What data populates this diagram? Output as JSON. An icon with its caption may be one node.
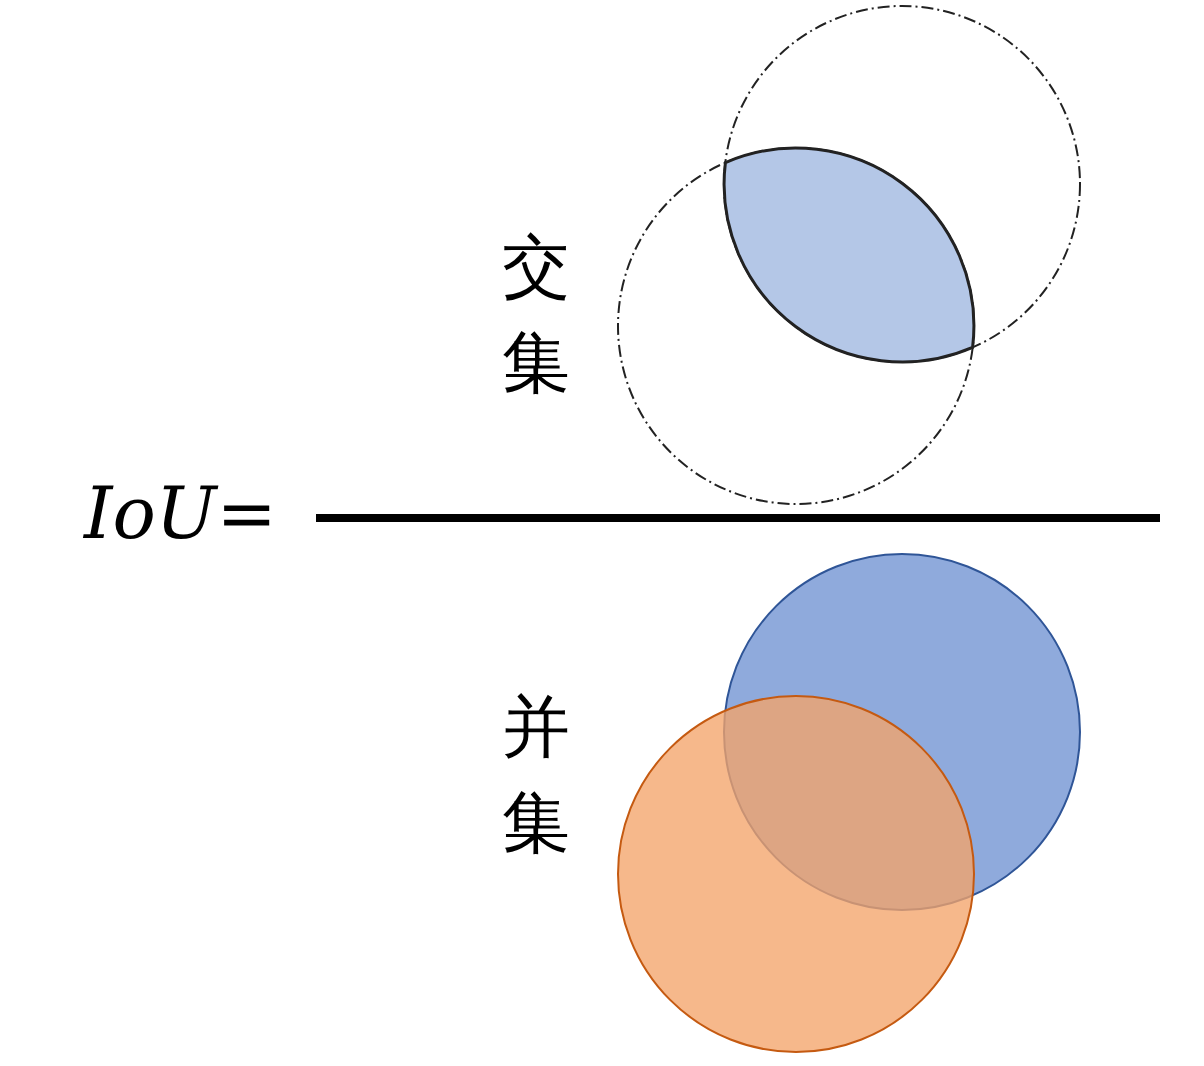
{
  "diagram": {
    "labels": [
      "IoU=",
      "交集",
      "并集"
    ]
  }
}
